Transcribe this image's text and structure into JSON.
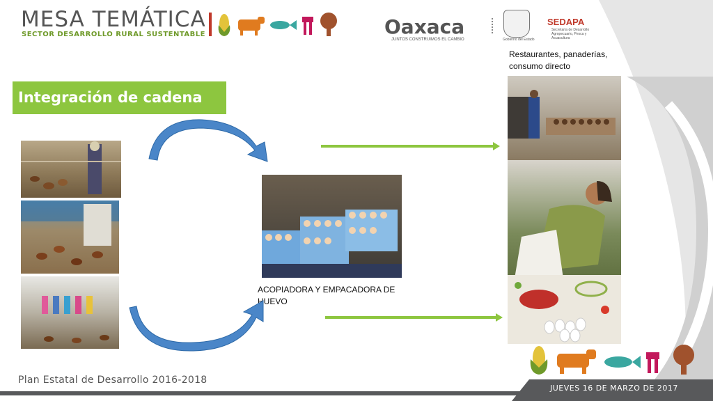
{
  "header": {
    "title": "MESA TEMÁTICA",
    "subtitle": "SECTOR DESARROLLO RURAL SUSTENTABLE",
    "icons": [
      "corn-icon",
      "cow-icon",
      "fish-icon",
      "utensils-icon",
      "tree-icon"
    ],
    "oaxaca_logo": "Oaxaca",
    "oaxaca_tagline": "JUNTOS CONSTRUIMOS EL CAMBIO",
    "gov_label": "Gobierno del Estado",
    "sedapa": "SEDAPA",
    "sedapa_desc": "Secretaría de Desarrollo Agropecuario, Pesca y Acuacultura"
  },
  "section_title": "Integración de cadena",
  "captions": {
    "right_top": "Restaurantes, panaderías, consumo directo",
    "center": "ACOPIADORA Y EMPACADORA DE HUEVO"
  },
  "footer": {
    "plan": "Plan Estatal de Desarrollo 2016-2018",
    "date": "JUEVES 16 DE MARZO DE 2017"
  },
  "colors": {
    "green": "#8dc63f",
    "arrow_blue": "#4a86c8",
    "arrow_green": "#8dc63f",
    "brand_red": "#c0392b"
  }
}
